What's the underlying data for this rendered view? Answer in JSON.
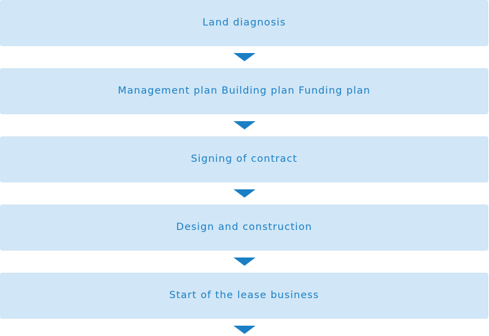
{
  "colors": {
    "box_fill": "#d1e6f6",
    "text": "#1a7fc4",
    "arrow": "#1a7fc4"
  },
  "steps": [
    {
      "label": "Land diagnosis",
      "arrow_icon": "down-arrow-icon"
    },
    {
      "label": "Management plan Building plan Funding plan",
      "arrow_icon": "down-arrow-icon"
    },
    {
      "label": "Signing of contract",
      "arrow_icon": "down-arrow-icon"
    },
    {
      "label": "Design and construction",
      "arrow_icon": "down-arrow-icon"
    },
    {
      "label": "Start of the lease business",
      "arrow_icon": "down-arrow-icon"
    }
  ]
}
